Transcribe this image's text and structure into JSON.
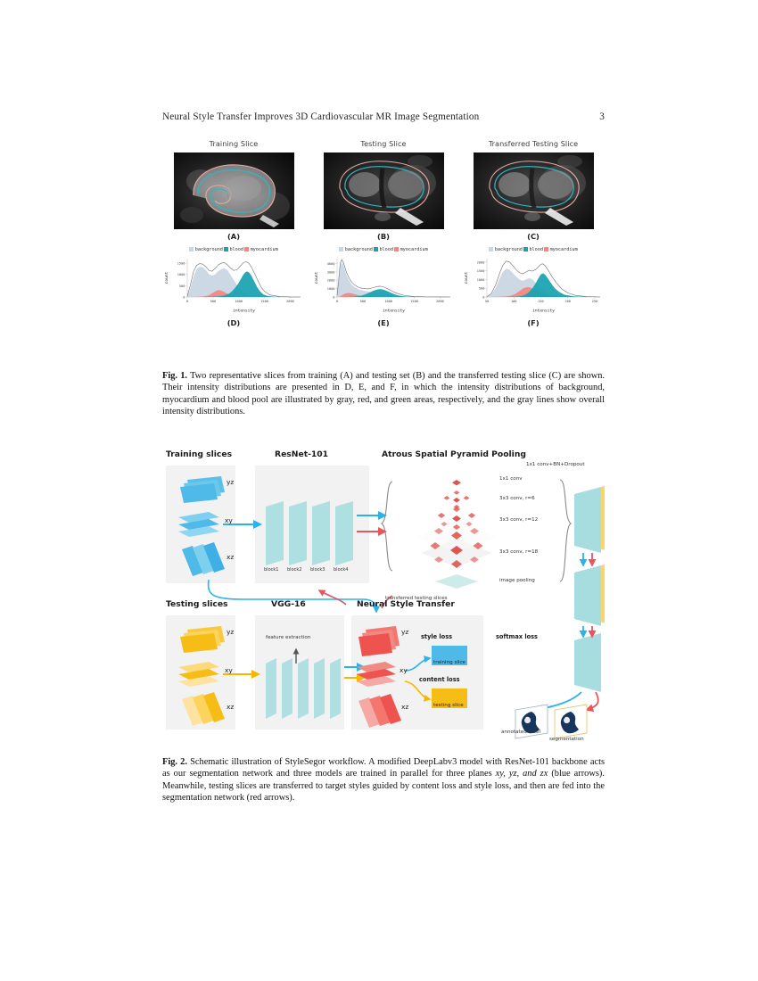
{
  "header": {
    "running_title": "Neural Style Transfer Improves 3D Cardiovascular MR Image Segmentation",
    "page_number": "3"
  },
  "figure1": {
    "panels": [
      {
        "title": "Training Slice",
        "letter": "(A)",
        "chart_letter": "(D)"
      },
      {
        "title": "Testing Slice",
        "letter": "(B)",
        "chart_letter": "(E)"
      },
      {
        "title": "Transferred Testing Slice",
        "letter": "(C)",
        "chart_letter": "(F)"
      }
    ],
    "legend": [
      {
        "label": "background",
        "color": "#c9d7e4"
      },
      {
        "label": "blood",
        "color": "#17a2b0"
      },
      {
        "label": "myocardium",
        "color": "#f4857f"
      }
    ],
    "caption_label": "Fig. 1.",
    "caption": "Two representative slices from training (A) and testing set (B) and the transferred testing slice (C) are shown. Their intensity distributions are presented in D, E, and F, in which the intensity distributions of background, myocardium and blood pool are illustrated by gray, red, and green areas, respectively, and the gray lines show overall intensity distributions."
  },
  "chart_data": [
    {
      "type": "area",
      "id": "D",
      "title": "(D)",
      "xlabel": "intensity",
      "ylabel": "count",
      "xlim": [
        0,
        2200
      ],
      "ylim": [
        0,
        1700
      ],
      "xticks": [
        0,
        500,
        1000,
        1500,
        2000
      ],
      "yticks": [
        0,
        500,
        1000,
        1500
      ],
      "grid": false,
      "legend_position": "top",
      "series": [
        {
          "name": "background",
          "color": "#c9d7e4",
          "x": [
            0,
            60,
            120,
            180,
            240,
            300,
            360,
            420,
            480,
            540,
            600,
            660,
            720,
            780,
            840,
            900,
            960,
            1020,
            1080,
            1140,
            1200,
            1260,
            1320,
            1380,
            1440,
            1500,
            1600,
            1800,
            2000,
            2200
          ],
          "y": [
            20,
            380,
            900,
            1230,
            1340,
            1320,
            1200,
            1020,
            940,
            1000,
            1140,
            1230,
            1280,
            1190,
            980,
            760,
            560,
            390,
            250,
            150,
            90,
            55,
            35,
            20,
            12,
            8,
            4,
            2,
            1,
            0
          ]
        },
        {
          "name": "myocardium",
          "color": "#f4857f",
          "x": [
            0,
            100,
            200,
            300,
            400,
            460,
            520,
            580,
            620,
            660,
            700,
            760,
            820,
            880,
            940,
            1000,
            1080,
            1200,
            1400,
            1700,
            2000,
            2200
          ],
          "y": [
            0,
            3,
            8,
            20,
            60,
            130,
            220,
            290,
            300,
            285,
            240,
            170,
            105,
            58,
            28,
            14,
            6,
            2,
            1,
            0,
            0,
            0
          ]
        },
        {
          "name": "blood",
          "color": "#17a2b0",
          "x": [
            0,
            200,
            400,
            600,
            700,
            800,
            860,
            920,
            980,
            1040,
            1080,
            1120,
            1160,
            1200,
            1240,
            1300,
            1360,
            1420,
            1480,
            1560,
            1700,
            1900,
            2200
          ],
          "y": [
            0,
            2,
            6,
            25,
            60,
            130,
            230,
            380,
            560,
            790,
            960,
            1080,
            1130,
            1090,
            960,
            700,
            430,
            230,
            110,
            45,
            12,
            3,
            0
          ]
        },
        {
          "name": "overall",
          "color": "#6e6e6e",
          "style": "line",
          "x": [
            0,
            60,
            120,
            180,
            240,
            300,
            360,
            420,
            480,
            540,
            600,
            660,
            720,
            780,
            840,
            900,
            960,
            1020,
            1080,
            1140,
            1200,
            1260,
            1320,
            1380,
            1440,
            1500,
            1600,
            1800,
            2000,
            2200
          ],
          "y": [
            30,
            520,
            1120,
            1400,
            1480,
            1455,
            1340,
            1180,
            1140,
            1260,
            1420,
            1500,
            1520,
            1430,
            1280,
            1180,
            1200,
            1340,
            1500,
            1570,
            1490,
            1270,
            980,
            680,
            420,
            250,
            90,
            18,
            4,
            0
          ]
        }
      ]
    },
    {
      "type": "area",
      "id": "E",
      "title": "(E)",
      "xlabel": "intensity",
      "ylabel": "count",
      "xlim": [
        0,
        2200
      ],
      "ylim": [
        0,
        4600
      ],
      "xticks": [
        0,
        500,
        1000,
        1500,
        2000
      ],
      "yticks": [
        0,
        1000,
        2000,
        3000,
        4000
      ],
      "grid": false,
      "legend_position": "top",
      "series": [
        {
          "name": "background",
          "color": "#c9d7e4",
          "x": [
            0,
            30,
            60,
            90,
            120,
            150,
            180,
            220,
            260,
            300,
            350,
            400,
            450,
            500,
            560,
            620,
            700,
            780,
            860,
            940,
            1020,
            1100,
            1200,
            1350,
            1500,
            1800,
            2200
          ],
          "y": [
            150,
            1700,
            3600,
            4250,
            3900,
            3300,
            2700,
            2150,
            1700,
            1400,
            1150,
            980,
            860,
            770,
            700,
            640,
            580,
            520,
            450,
            370,
            280,
            190,
            100,
            35,
            12,
            2,
            0
          ]
        },
        {
          "name": "myocardium",
          "color": "#f4857f",
          "x": [
            0,
            40,
            80,
            120,
            160,
            200,
            240,
            280,
            320,
            360,
            420,
            480,
            540,
            620,
            700,
            800,
            900,
            1000,
            1200,
            1500,
            2200
          ],
          "y": [
            0,
            30,
            130,
            300,
            420,
            470,
            470,
            430,
            370,
            300,
            215,
            150,
            100,
            60,
            35,
            18,
            8,
            4,
            1,
            0,
            0
          ]
        },
        {
          "name": "blood",
          "color": "#17a2b0",
          "x": [
            0,
            200,
            300,
            400,
            480,
            540,
            600,
            660,
            720,
            780,
            820,
            860,
            900,
            940,
            1000,
            1060,
            1120,
            1180,
            1260,
            1360,
            1500,
            1700,
            2200
          ],
          "y": [
            0,
            5,
            20,
            80,
            180,
            300,
            450,
            620,
            790,
            900,
            940,
            930,
            880,
            790,
            640,
            470,
            320,
            200,
            105,
            45,
            12,
            3,
            0
          ]
        },
        {
          "name": "overall",
          "color": "#6e6e6e",
          "style": "line",
          "x": [
            0,
            30,
            60,
            90,
            120,
            150,
            180,
            220,
            260,
            300,
            350,
            400,
            450,
            500,
            560,
            620,
            700,
            780,
            820,
            860,
            900,
            940,
            1000,
            1060,
            1120,
            1200,
            1300,
            1400,
            1500,
            1700,
            2000,
            2200
          ],
          "y": [
            180,
            1950,
            4050,
            4480,
            4180,
            3600,
            3000,
            2450,
            1980,
            1680,
            1400,
            1220,
            1100,
            1020,
            980,
            980,
            1110,
            1250,
            1290,
            1270,
            1220,
            1110,
            930,
            720,
            540,
            370,
            200,
            110,
            60,
            18,
            4,
            0
          ]
        }
      ]
    },
    {
      "type": "area",
      "id": "F",
      "title": "(F)",
      "xlabel": "intensity",
      "ylabel": "count",
      "xlim": [
        50,
        260
      ],
      "ylim": [
        0,
        2200
      ],
      "xticks": [
        50,
        100,
        150,
        200,
        250
      ],
      "yticks": [
        0,
        500,
        1000,
        1500,
        2000
      ],
      "grid": false,
      "legend_position": "top",
      "series": [
        {
          "name": "background",
          "color": "#c9d7e4",
          "x": [
            50,
            58,
            66,
            74,
            80,
            86,
            92,
            98,
            104,
            110,
            116,
            122,
            128,
            134,
            140,
            146,
            152,
            158,
            164,
            172,
            180,
            190,
            205,
            225,
            245,
            260
          ],
          "y": [
            10,
            140,
            520,
            1080,
            1450,
            1620,
            1560,
            1380,
            1180,
            1010,
            930,
            990,
            1080,
            1020,
            840,
            640,
            470,
            330,
            220,
            130,
            70,
            30,
            10,
            3,
            1,
            0
          ]
        },
        {
          "name": "myocardium",
          "color": "#f4857f",
          "x": [
            50,
            70,
            85,
            95,
            103,
            110,
            116,
            122,
            128,
            134,
            140,
            146,
            152,
            160,
            170,
            182,
            200,
            230,
            260
          ],
          "y": [
            0,
            5,
            25,
            80,
            180,
            330,
            470,
            550,
            560,
            500,
            400,
            290,
            190,
            105,
            50,
            20,
            6,
            1,
            0
          ]
        },
        {
          "name": "blood",
          "color": "#17a2b0",
          "x": [
            50,
            90,
            105,
            115,
            122,
            128,
            134,
            140,
            145,
            150,
            154,
            158,
            164,
            170,
            176,
            184,
            194,
            210,
            235,
            260
          ],
          "y": [
            0,
            5,
            20,
            60,
            140,
            280,
            480,
            760,
            1050,
            1300,
            1360,
            1280,
            1020,
            740,
            500,
            290,
            130,
            40,
            8,
            0
          ]
        },
        {
          "name": "overall",
          "color": "#6e6e6e",
          "style": "line",
          "x": [
            50,
            58,
            66,
            74,
            80,
            86,
            92,
            98,
            104,
            110,
            116,
            122,
            128,
            134,
            140,
            145,
            150,
            154,
            158,
            164,
            170,
            178,
            188,
            200,
            215,
            235,
            260
          ],
          "y": [
            14,
            190,
            680,
            1400,
            1840,
            2060,
            2000,
            1800,
            1570,
            1400,
            1330,
            1420,
            1530,
            1480,
            1560,
            1720,
            1880,
            1900,
            1790,
            1520,
            1200,
            840,
            480,
            230,
            85,
            20,
            0
          ]
        }
      ]
    }
  ],
  "figure2": {
    "caption_label": "Fig. 2.",
    "caption_part1": "Schematic illustration of StyleSegor workflow. A modified DeepLabv3 model with ResNet-101 backbone acts as our segmentation network and three models are trained in parallel for three planes ",
    "caption_math": "xy, yz, and zx",
    "caption_part2": " (blue arrows). Meanwhile, testing slices are transferred to target styles guided by content loss and style loss, and then are fed into the segmentation network (red arrows).",
    "headings": {
      "training_slices": "Training slices",
      "resnet": "ResNet-101",
      "aspp": "Atrous Spatial Pyramid Pooling",
      "testing_slices": "Testing slices",
      "vgg": "VGG-16",
      "nst": "Neural Style Transfer"
    },
    "planes": {
      "yz": "yz",
      "xy": "xy",
      "xz": "xz"
    },
    "resnet_blocks": [
      "block1",
      "block2",
      "block3",
      "block4"
    ],
    "aspp_branches": [
      "1x1 conv",
      "3x3 conv, r=6",
      "3x3 conv, r=12",
      "3x3 conv, r=18",
      "image pooling"
    ],
    "head_label": "1x1 conv+BN+Dropout",
    "transferred_label": "transferred testing slices",
    "feature_extraction": "feature extraction",
    "style_loss": "style loss",
    "content_loss": "content loss",
    "training_slice_box": "training slice",
    "testing_slice_box": "testing slice",
    "softmax_loss": "softmax loss",
    "annotated_label": "annotated label",
    "segmentation": "segmentation",
    "colors": {
      "blue_arrow": "#2bb3e8",
      "red_arrow": "#e8555f",
      "yellow_arrow": "#f5b800",
      "cyan_block": "#a8dde0",
      "training_blue": "#4fb9e8",
      "testing_yellow": "#f7bd17",
      "nst_red": "#ef5350",
      "panel_bg": "#f2f2f2"
    }
  }
}
